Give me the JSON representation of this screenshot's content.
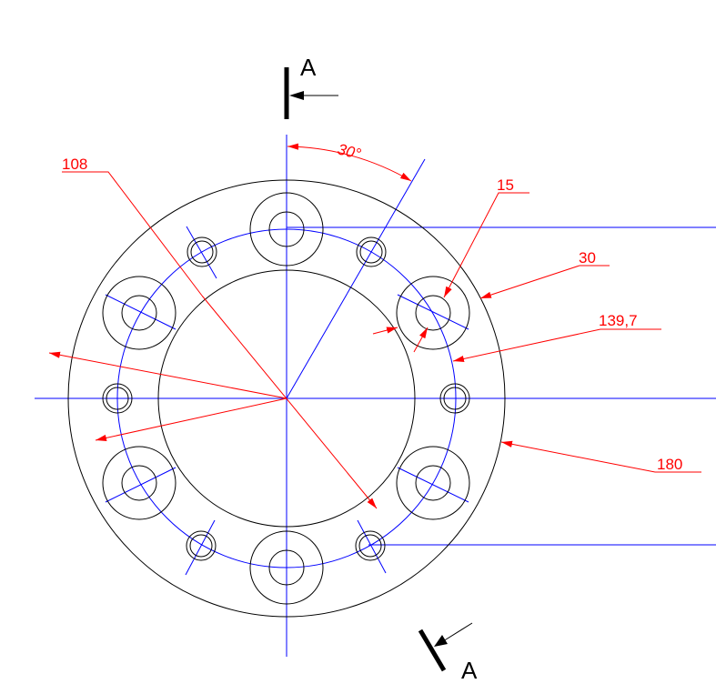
{
  "section_marks": {
    "top": "A",
    "bottom": "A"
  },
  "dimensions": {
    "angle": "30°",
    "d108": "108",
    "d15": "15",
    "d30": "30",
    "d139_7": "139,7",
    "d180": "180"
  },
  "colors": {
    "outline": "#000000",
    "center_line": "#0000ff",
    "dimension": "#ff0000",
    "background": "#ffffff"
  }
}
